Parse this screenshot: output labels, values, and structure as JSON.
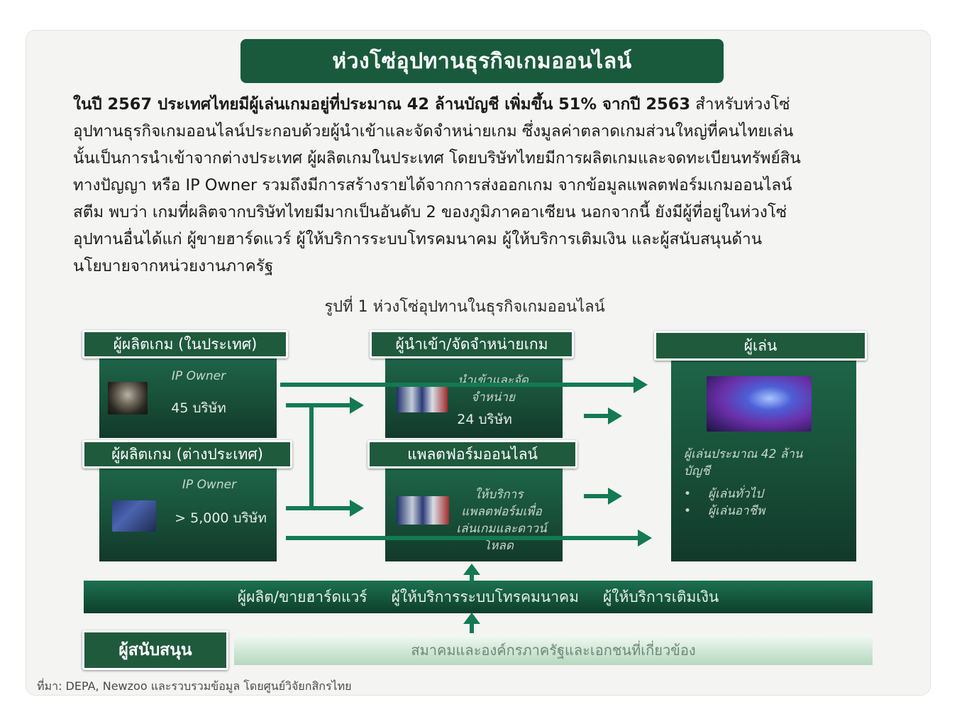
{
  "title": "ห่วงโซ่อุปทานธุรกิจเกมออนไลน์",
  "intro": {
    "bold": "ในปี 2567 ประเทศไทยมีผู้เล่นเกมอยู่ที่ประมาณ   42  ล้านบัญชี   เพิ่มขึ้น 51% จากปี 2563",
    "line1_rest": " สำหรับห่วงโซ่",
    "line2": "อุปทานธุรกิจเกมออนไลน์ประกอบด้วยผู้นำเข้าและจัดจำหน่ายเกม ซึ่งมูลค่าตลาดเกมส่วนใหญ่ที่คนไทยเล่น",
    "line3": "นั้นเป็นการนำเข้าจากต่างประเทศ ผู้ผลิตเกมในประเทศ โดยบริษัทไทยมีการผลิตเกมและจดทะเบียนทรัพย์สิน",
    "line4": "ทางปัญญา หรือ  IP Owner รวมถึงมีการสร้างรายได้จากการส่งออกเกม จากข้อมูลแพลตฟอร์มเกมออนไลน์",
    "line5": "สตีม พบว่า เกมที่ผลิตจากบริษัทไทยมีมากเป็นอันดับ    2 ของภูมิภาคอาเซียน นอกจากนี้ ยังมีผู้ที่อยู่ในห่วงโซ่",
    "line6": "อุปทานอื่นได้แก่   ผู้ขายฮาร์ดแวร์ ผู้ให้บริการระบบโทรคมนาคม ผู้ให้บริการเติมเงิน และผู้สนับสนุนด้าน",
    "line7": "นโยบายจากหน่วยงานภาครัฐ"
  },
  "figure": {
    "title": "รูปที่ 1 ห่วงโซ่อุปทานในธุรกิจเกมออนไลน์",
    "domestic": {
      "header": "ผู้ผลิตเกม (ในประเทศ)",
      "label": "IP Owner",
      "count": "45 บริษัท"
    },
    "foreign": {
      "header": "ผู้ผลิตเกม (ต่างประเทศ)",
      "label": "IP Owner",
      "count": "> 5,000 บริษัท"
    },
    "distributor": {
      "header": "ผู้นำเข้า/จัดจำหน่ายเกม",
      "label_line1": "นำเข้าและจัด",
      "label_line2": "จำหน่าย",
      "count": "24 บริษัท"
    },
    "platform": {
      "header": "แพลตฟอร์มออนไลน์",
      "line1": "ให้บริการ",
      "line2": "แพลตฟอร์มเพื่อ",
      "line3": "เล่นเกมและดาวน์",
      "line4": "โหลด"
    },
    "players": {
      "header": "ผู้เล่น",
      "desc_line1": "ผู้เล่นประมาณ  42 ล้าน",
      "desc_line2": "บัญชี",
      "bullets": [
        "ผู้เล่นทั่วไป",
        "ผู้เล่นอาชีพ"
      ]
    },
    "band": [
      "ผู้ผลิต/ขายฮาร์ดแวร์",
      "ผู้ให้บริการระบบโทรคมนาคม",
      "ผู้ให้บริการเติมเงิน"
    ],
    "support": {
      "header": "ผู้สนับสนุน",
      "bar": "สมาคมและองค์กรภาครัฐและเอกชนที่เกี่ยวข้อง"
    }
  },
  "source": "ที่มา: DEPA, Newzoo และรวบรวมข้อมูล โดยศูนย์วิจัยกสิกรไทย",
  "colors": {
    "primary": "#1a5a3c",
    "arrow": "#137a52",
    "card_bg": "#f4f4f3"
  }
}
